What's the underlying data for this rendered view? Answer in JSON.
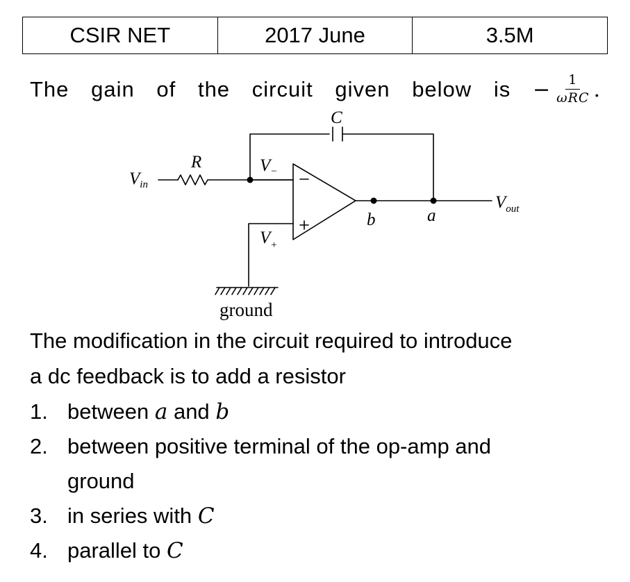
{
  "header": {
    "exam": "CSIR NET",
    "session": "2017 June",
    "marks": "3.5M"
  },
  "question": {
    "intro_words": [
      "The",
      "gain",
      "of",
      "the",
      "circuit",
      "given",
      "below",
      "is"
    ],
    "gain": {
      "sign": "−",
      "numerator": "1",
      "denominator": "ωRC",
      "end": "."
    },
    "modification_line1": "The modification in the circuit required to introduce",
    "modification_line2": "a dc feedback is to add a resistor"
  },
  "circuit": {
    "labels": {
      "vin_main": "V",
      "vin_sub": "in",
      "r": "R",
      "c": "C",
      "vminus_main": "V",
      "vminus_sub": "−",
      "vplus_main": "V",
      "vplus_sub": "+",
      "minus_sign": "−",
      "plus_sign": "+",
      "node_b": "b",
      "node_a": "a",
      "vout_main": "V",
      "vout_sub": "out",
      "ground": "ground"
    }
  },
  "options": [
    {
      "number": "1.",
      "text": "between",
      "var1": "a",
      "mid": "and",
      "var2": "b"
    },
    {
      "number": "2.",
      "line1": "between positive terminal of the op-amp and",
      "line2": "ground"
    },
    {
      "number": "3.",
      "text": "in series with",
      "var": "C"
    },
    {
      "number": "4.",
      "text": "parallel to",
      "var": "C"
    }
  ]
}
